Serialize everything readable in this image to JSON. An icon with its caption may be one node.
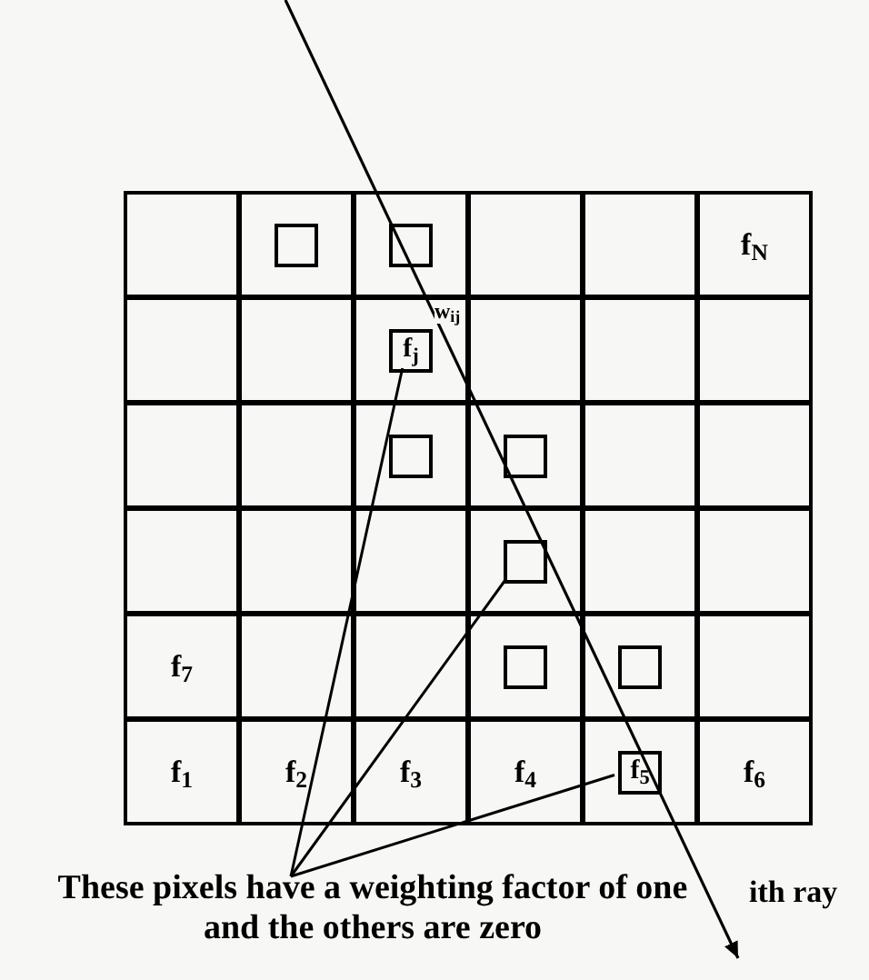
{
  "diagram": {
    "nodes": [
      {
        "text": [],
        "shape": "box"
      },
      {
        "text": [],
        "shape": "box"
      },
      {
        "text": [],
        "shape": "box",
        "in": 1
      },
      {
        "text": [],
        "shape": "box"
      },
      {
        "text": [],
        "shape": "box",
        "in": 3
      },
      {
        "text": [],
        "shape": "box"
      },
      {
        "text": [],
        "shape": "box"
      },
      {
        "text": [
          "f$_{N}$"
        ]
      },
      {
        "text": [],
        "shape": "box"
      },
      {
        "text": [],
        "shape": "box"
      },
      {
        "text": [],
        "shape": "box"
      },
      {
        "text": [
          "f$_{j}$"
        ],
        "beside": [
          "w$_{ij}$"
        ],
        "in": 10
      },
      {
        "text": [],
        "shape": "box"
      },
      {
        "text": [],
        "shape": "box"
      },
      {
        "text": [],
        "shape": "box"
      },
      {
        "text": [],
        "shape": "box"
      },
      {
        "text": [],
        "shape": "box"
      },
      {
        "text": [],
        "shape": "box"
      },
      {
        "text": [],
        "shape": "box",
        "in": 17
      },
      {
        "text": [],
        "shape": "box"
      },
      {
        "text": [],
        "shape": "box",
        "in": 19
      },
      {
        "text": [],
        "shape": "box"
      },
      {
        "text": [],
        "shape": "box"
      },
      {
        "text": [],
        "shape": "box"
      },
      {
        "text": [],
        "shape": "box"
      },
      {
        "text": [],
        "shape": "box"
      },
      {
        "text": [],
        "shape": "box"
      },
      {
        "text": [],
        "shape": "box",
        "in": 26
      },
      {
        "text": [],
        "shape": "box"
      },
      {
        "text": [],
        "shape": "box"
      },
      {
        "text": [
          "f$_{7}$"
        ]
      },
      {
        "text": [],
        "shape": "box"
      },
      {
        "text": [],
        "shape": "box"
      },
      {
        "text": [],
        "shape": "box"
      },
      {
        "text": [],
        "shape": "box",
        "in": 33
      },
      {
        "text": [],
        "shape": "box"
      },
      {
        "text": [],
        "shape": "box",
        "in": 35
      },
      {
        "text": [],
        "shape": "box"
      },
      {
        "text": [
          "f$_{1}$"
        ]
      },
      {
        "text": [
          "f$_{2}$"
        ]
      },
      {
        "text": [
          "f$_{3}$"
        ]
      },
      {
        "text": [
          "f$_{4}$"
        ]
      },
      {
        "text": [],
        "shape": "box"
      },
      {
        "text": [
          "f$_{5}$"
        ],
        "in": 42
      },
      {
        "text": [
          "f$_{6}$"
        ]
      },
      {
        "text": [
          "These pixels have a weighting factor of one and the others are zero"
        ]
      }
    ],
    "edges": [
      {
        "from": 45,
        "to": 11,
        "arrow": "none"
      },
      {
        "from": 45,
        "to": 27,
        "arrow": "none"
      },
      {
        "from": 45,
        "to": 43,
        "arrow": "none"
      }
    ],
    "labels": [
      "ith ray"
    ]
  }
}
